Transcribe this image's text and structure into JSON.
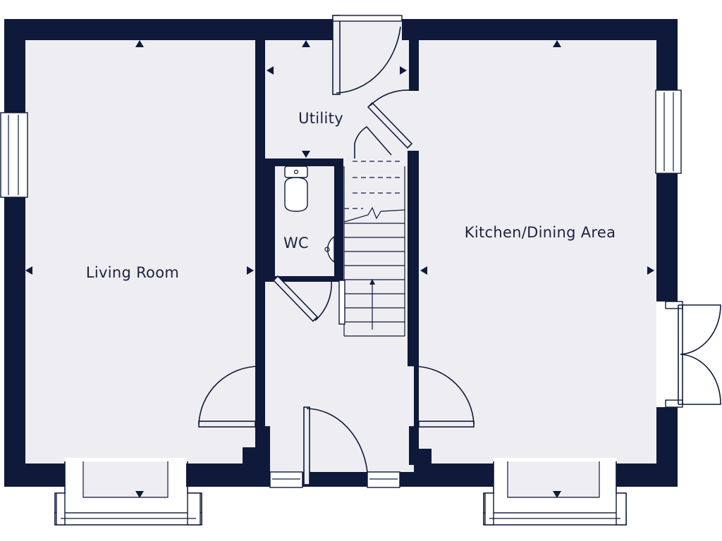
{
  "rooms": {
    "living_room": "Living Room",
    "utility": "Utility",
    "wc": "WC",
    "kitchen_dining": "Kitchen/Dining Area"
  },
  "colors": {
    "wall": "#0f1a3a",
    "floor": "#eeedf2",
    "background": "#ffffff"
  }
}
